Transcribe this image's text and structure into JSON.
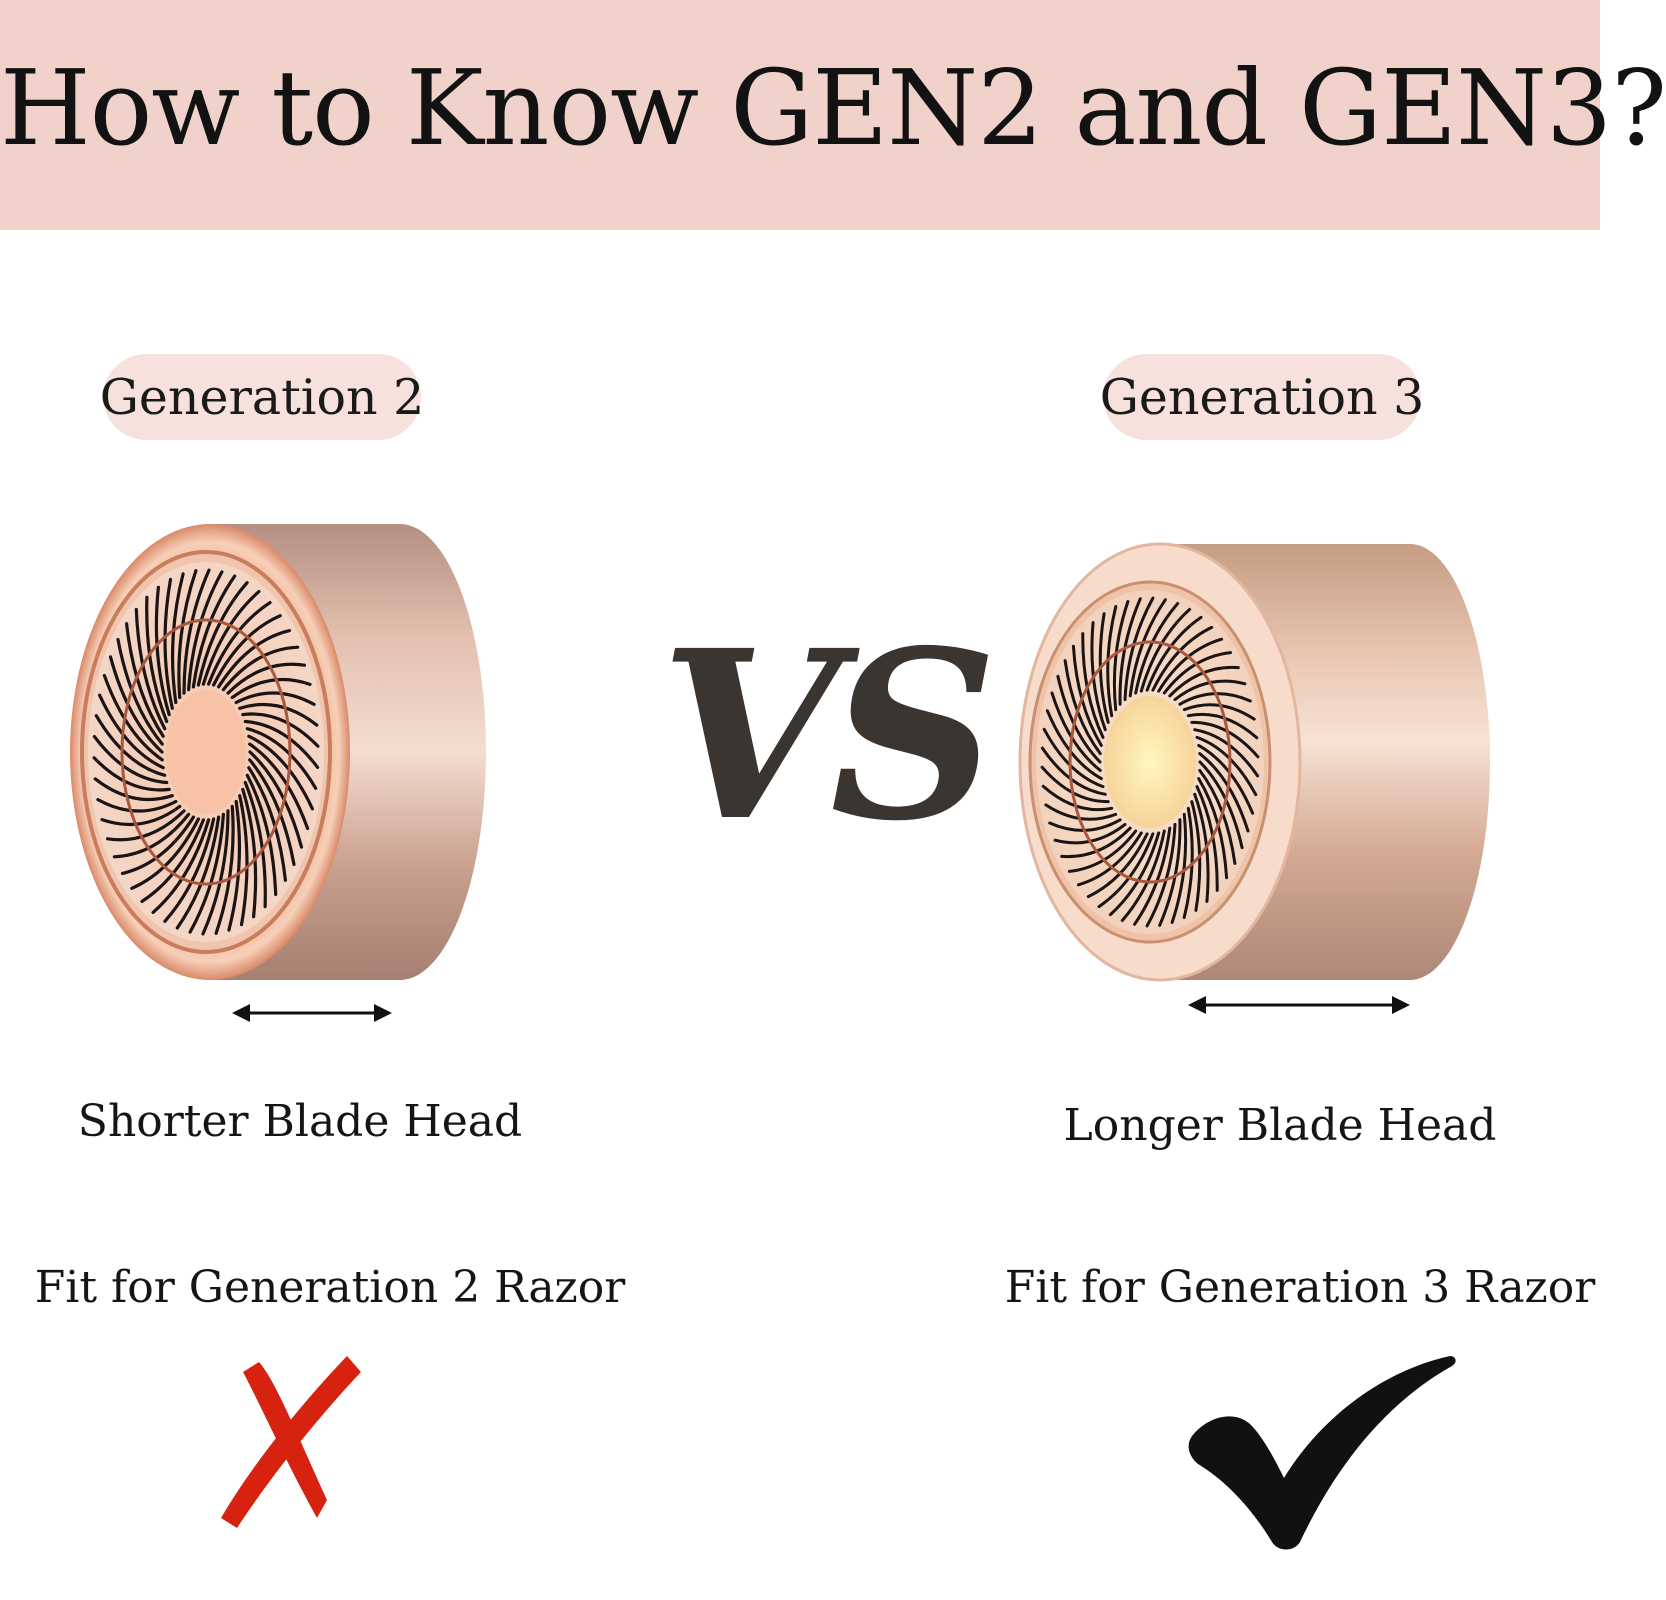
{
  "header": {
    "title": "How to Know GEN2 and GEN3?",
    "background": "#f1d2cb"
  },
  "comparison": {
    "vs_label": "VS",
    "left": {
      "badge": "Generation 2",
      "product_icon": "gen2-blade-head-image",
      "size_caption": "Shorter Blade Head",
      "fit_caption": "Fit for Generation 2 Razor",
      "verdict_icon": "red-x-icon",
      "verdict_color": "#d7220f"
    },
    "right": {
      "badge": "Generation 3",
      "product_icon": "gen3-blade-head-image",
      "size_caption": "Longer Blade Head",
      "fit_caption": "Fit for Generation 3 Razor",
      "verdict_icon": "black-checkmark-icon",
      "verdict_color": "#111111"
    }
  },
  "colors": {
    "pill_background": "#f6e1dc",
    "rose_gold": "#d9a58f"
  }
}
